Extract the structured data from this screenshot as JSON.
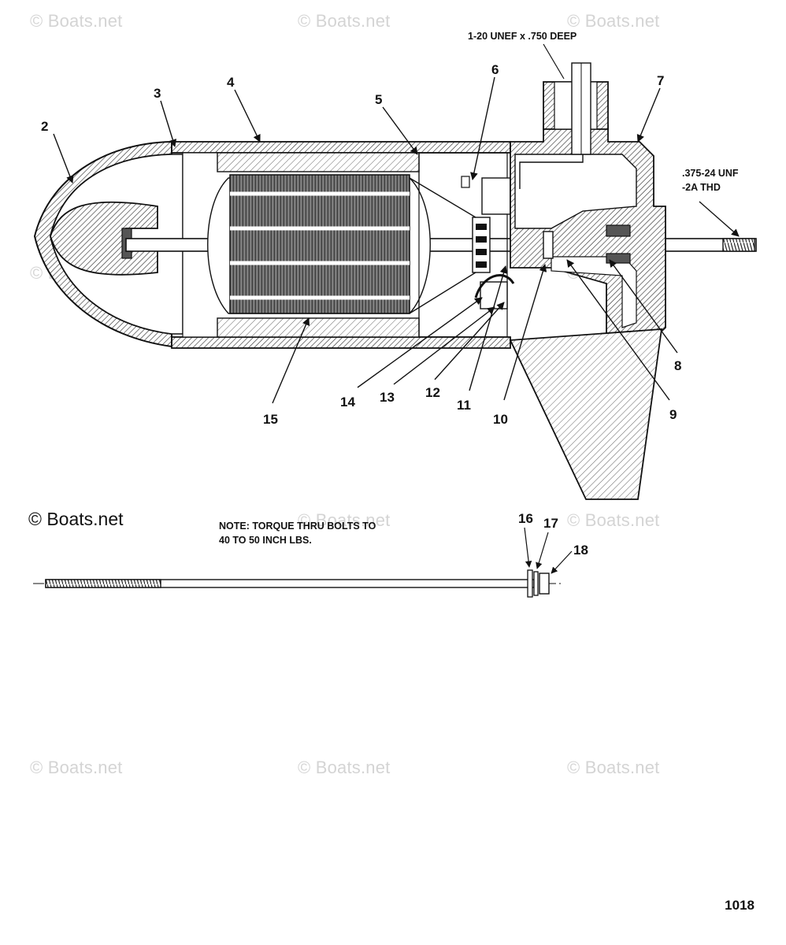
{
  "watermarks": {
    "w1": "© Boats.net",
    "w2": "© Boats.net",
    "w3": "© Boats.net",
    "w4": "© Boats.net",
    "w5": "© Boats.net",
    "w6": "© Boats.net",
    "w7": "© Boats.net",
    "w8": "© Boats.net",
    "w9": "© Boats.net",
    "w10": "© Boats.net",
    "w11": "© Boats.net"
  },
  "copyright": "© Boats.net",
  "page_number": "1018",
  "callouts": {
    "thread_top": "1-20 UNEF x .750 DEEP",
    "thread_shaft_1": ".375-24 UNF",
    "thread_shaft_2": "-2A THD"
  },
  "note": {
    "line1": "NOTE: TORQUE THRU BOLTS TO",
    "line2": "40 TO 50 INCH LBS."
  },
  "part_labels": {
    "p2": "2",
    "p3": "3",
    "p4": "4",
    "p5": "5",
    "p6": "6",
    "p7": "7",
    "p8": "8",
    "p9": "9",
    "p10": "10",
    "p11": "11",
    "p12": "12",
    "p13": "13",
    "p14": "14",
    "p15": "15",
    "p16": "16",
    "p17": "17",
    "p18": "18"
  }
}
